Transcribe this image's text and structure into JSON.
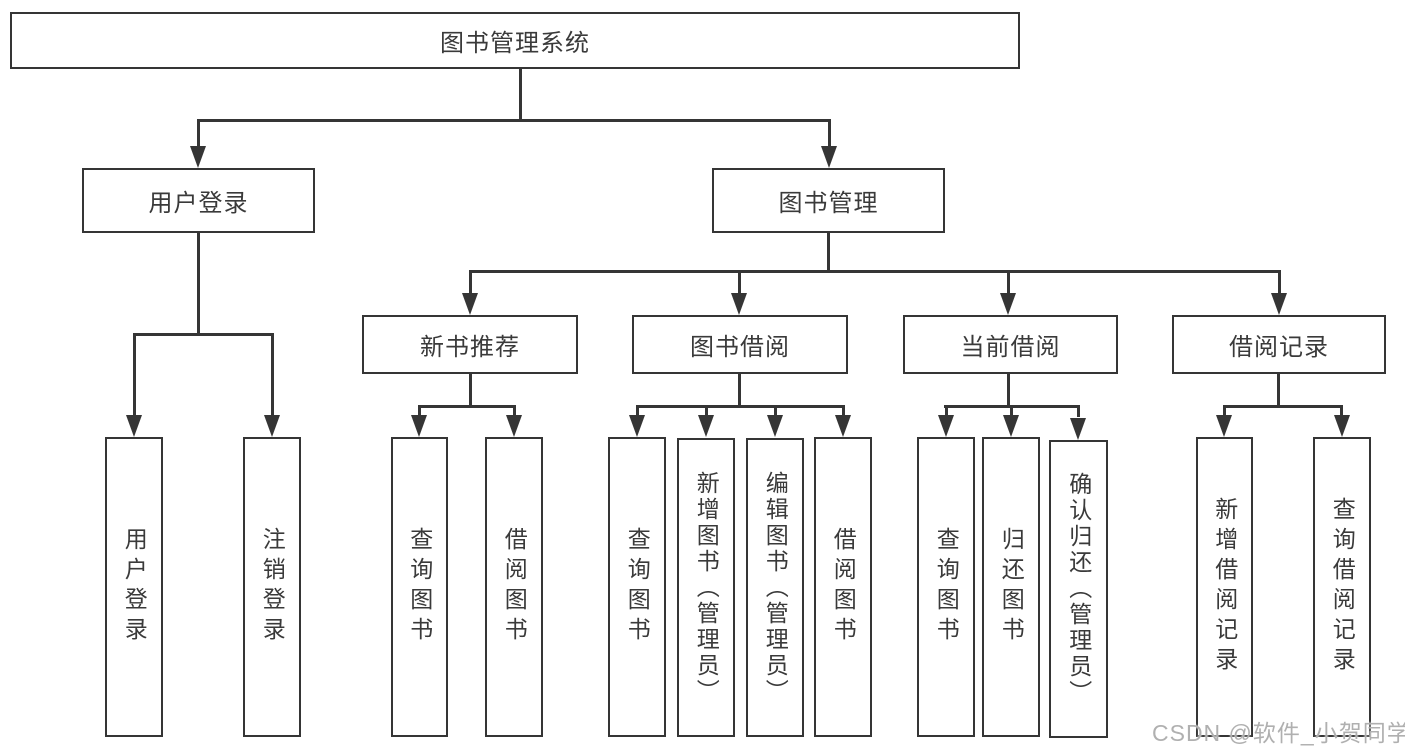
{
  "tree": {
    "label": "图书管理系统",
    "children": [
      {
        "label": "用户登录",
        "children": [
          {
            "label": "用户登录"
          },
          {
            "label": "注销登录"
          }
        ]
      },
      {
        "label": "图书管理",
        "children": [
          {
            "label": "新书推荐",
            "children": [
              {
                "label": "查询图书"
              },
              {
                "label": "借阅图书"
              }
            ]
          },
          {
            "label": "图书借阅",
            "children": [
              {
                "label": "查询图书"
              },
              {
                "label": "新增图书（管理员）"
              },
              {
                "label": "编辑图书（管理员）"
              },
              {
                "label": "借阅图书"
              }
            ]
          },
          {
            "label": "当前借阅",
            "children": [
              {
                "label": "查询图书"
              },
              {
                "label": "归还图书"
              },
              {
                "label": "确认归还（管理员）"
              }
            ]
          },
          {
            "label": "借阅记录",
            "children": [
              {
                "label": "新增借阅记录"
              },
              {
                "label": "查询借阅记录"
              }
            ]
          }
        ]
      }
    ]
  },
  "watermark": "CSDN @软件_小贺同学",
  "colors": {
    "line": "#353535",
    "text": "#3a3a3a",
    "watermark": "#b0b0b0",
    "background": "#ffffff"
  }
}
